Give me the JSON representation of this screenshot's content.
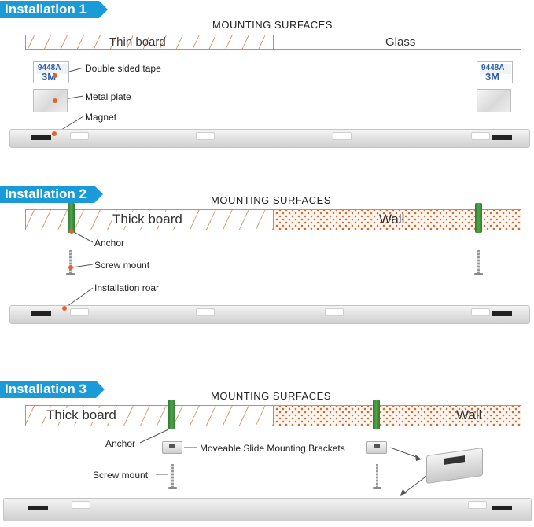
{
  "sections": [
    {
      "badge": "Installation 1",
      "header": "MOUNTING SURFACES",
      "surface_left": "Thin board",
      "surface_right": "Glass",
      "labels": [
        "Double sided tape",
        "Metal plate",
        "Magnet"
      ]
    },
    {
      "badge": "Installation 2",
      "header": "MOUNTING SURFACES",
      "surface_left": "Thick board",
      "surface_right": "Wall",
      "labels": [
        "Anchor",
        "Screw mount",
        "Installation roar"
      ]
    },
    {
      "badge": "Installation 3",
      "header": "MOUNTING SURFACES",
      "surface_left": "Thick board",
      "surface_right": "Wall",
      "labels": [
        "Anchor",
        "Moveable Slide Mounting Brackets",
        "Screw mount"
      ]
    }
  ],
  "tape_mark": "3M",
  "tape_code": "9448A",
  "colors": {
    "badge": "#1a9bd7",
    "callout_dot": "#e0652c",
    "anchor": "#4ea54a",
    "surface_border": "#c98c66"
  },
  "icons": [
    "double-sided-tape-icon",
    "metal-plate-icon",
    "magnet-icon",
    "anchor-icon",
    "screw-icon",
    "light-rail-icon",
    "slide-bracket-icon"
  ]
}
